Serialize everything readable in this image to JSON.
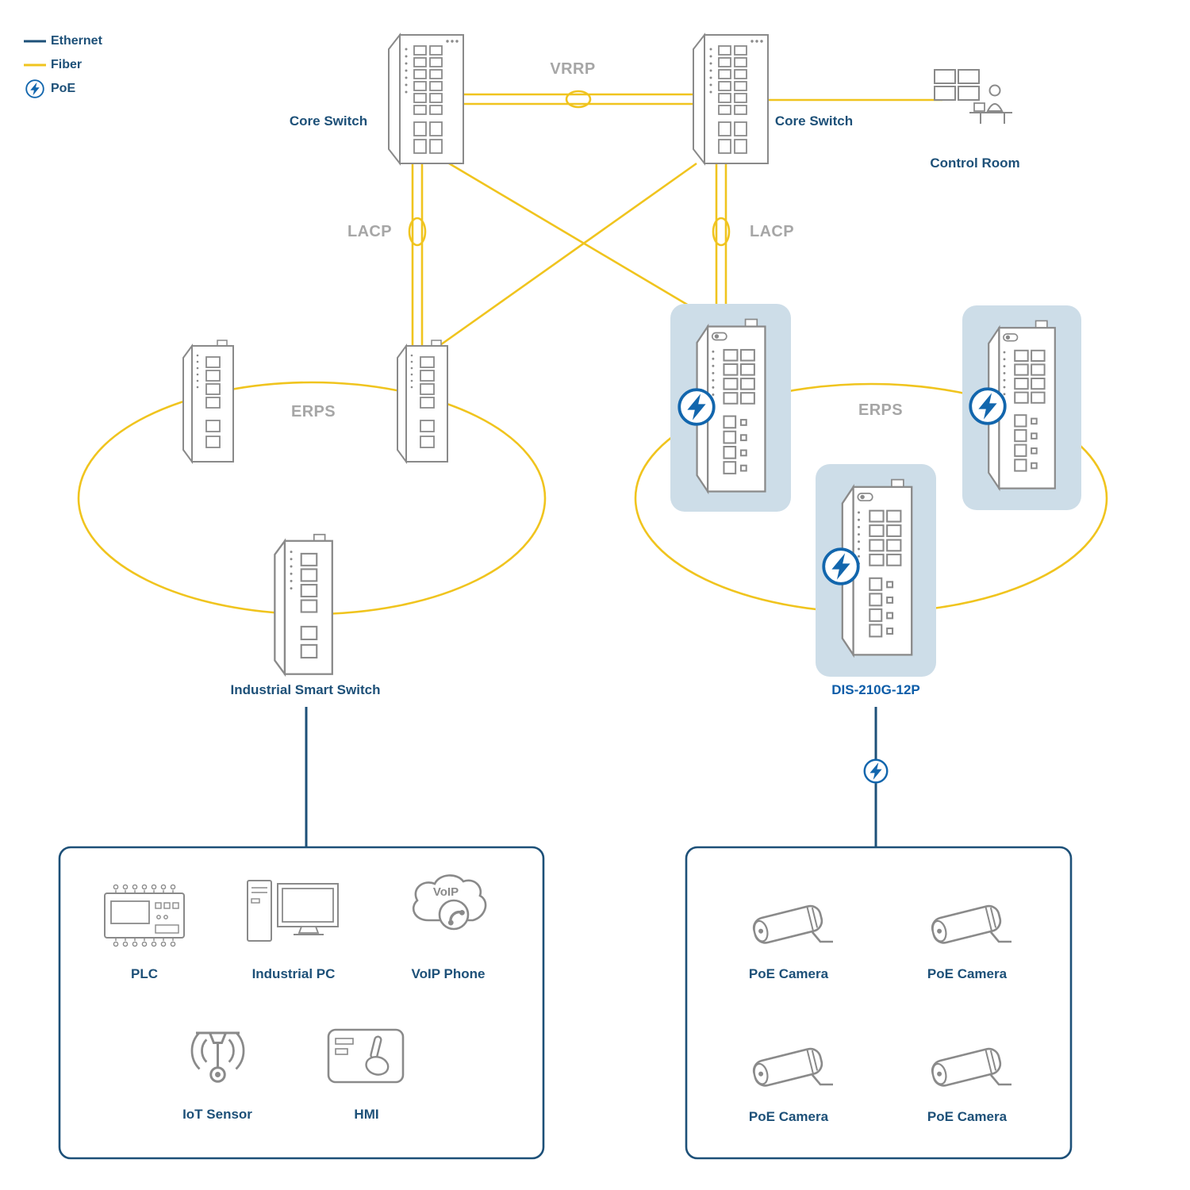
{
  "legend": {
    "ethernet": "Ethernet",
    "fiber": "Fiber",
    "poe": "PoE"
  },
  "labels": {
    "core_switch_left": "Core Switch",
    "core_switch_right": "Core Switch",
    "vrrp": "VRRP",
    "control_room": "Control Room",
    "lacp_left": "LACP",
    "lacp_right": "LACP",
    "erps_left": "ERPS",
    "erps_right": "ERPS",
    "industrial_smart_switch": "Industrial Smart Switch",
    "dis_product": "DIS-210G-12P",
    "voip_cloud": "VoIP"
  },
  "left_devices": [
    {
      "label": "PLC"
    },
    {
      "label": "Industrial PC"
    },
    {
      "label": "VoIP Phone"
    },
    {
      "label": "IoT Sensor"
    },
    {
      "label": "HMI"
    }
  ],
  "right_devices": [
    {
      "label": "PoE Camera"
    },
    {
      "label": "PoE Camera"
    },
    {
      "label": "PoE Camera"
    },
    {
      "label": "PoE Camera"
    }
  ],
  "colors": {
    "ethernet_line": "#1d5078",
    "fiber_line": "#f0c41e",
    "poe_blue": "#1266ad",
    "protocol_gray": "#a6a6a6",
    "highlight_box": "#cddde8",
    "device_outline": "#8a8a8a",
    "label_navy": "#1d5078",
    "product_blue": "#0b5ca8"
  }
}
